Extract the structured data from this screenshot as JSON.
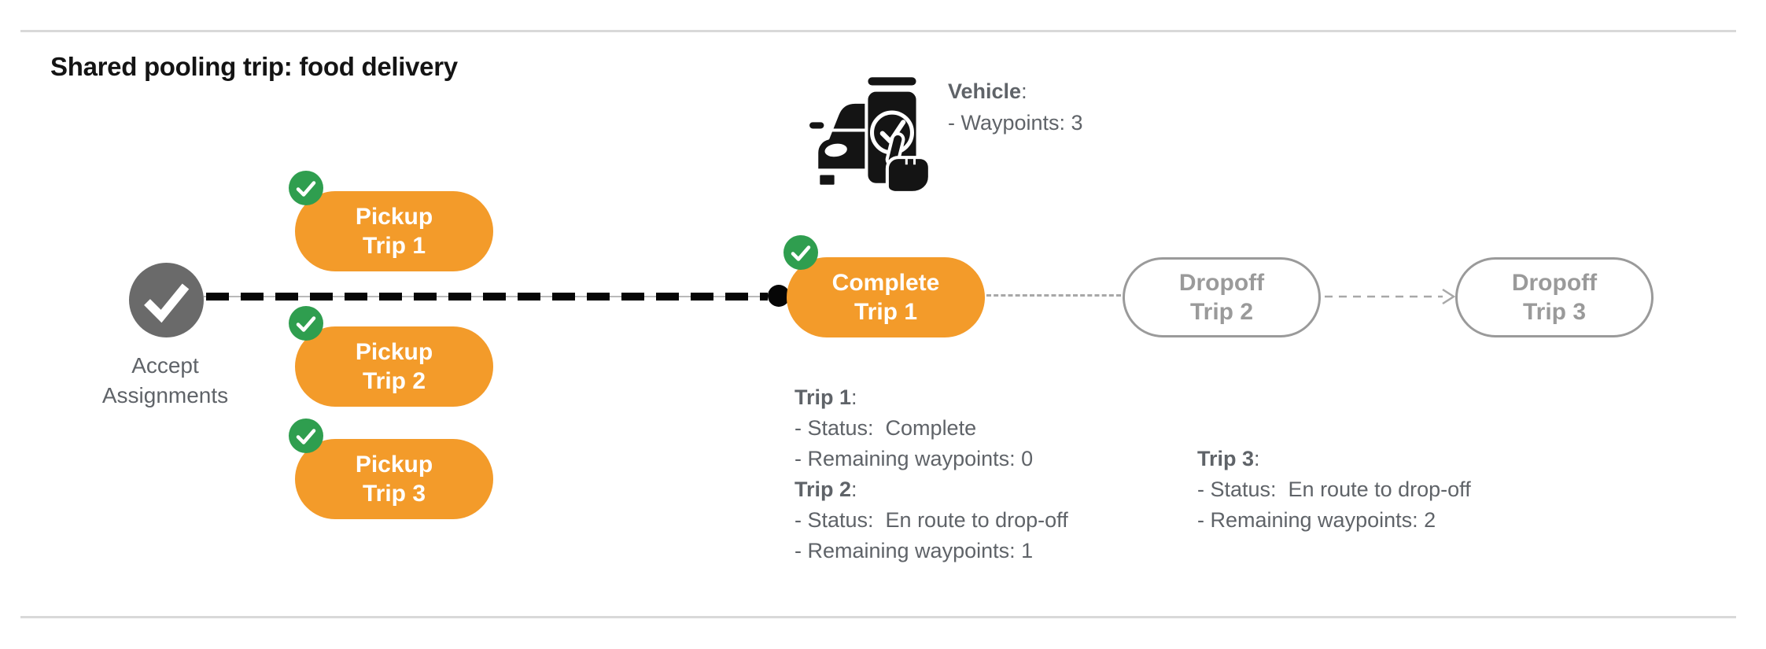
{
  "page": {
    "title": "Shared pooling trip: food delivery"
  },
  "punct": {
    "colon": ":"
  },
  "vehicle": {
    "label": "Vehicle",
    "waypoints_line": "- Waypoints: 3"
  },
  "flow": {
    "accept": {
      "line1": "Accept",
      "line2": "Assignments"
    },
    "pickups": [
      {
        "line1": "Pickup",
        "line2": "Trip 1"
      },
      {
        "line1": "Pickup",
        "line2": "Trip 2"
      },
      {
        "line1": "Pickup",
        "line2": "Trip 3"
      }
    ],
    "complete": {
      "line1": "Complete",
      "line2": "Trip 1"
    },
    "dropoffs": [
      {
        "line1": "Dropoff",
        "line2": "Trip 2"
      },
      {
        "line1": "Dropoff",
        "line2": "Trip 3"
      }
    ]
  },
  "status_blocks": [
    {
      "entries": [
        {
          "title": "Trip 1",
          "lines": [
            "- Status:  Complete",
            "- Remaining waypoints: 0"
          ]
        },
        {
          "title": "Trip 2",
          "lines": [
            "- Status:  En route to drop-off",
            "- Remaining waypoints: 1"
          ]
        }
      ]
    },
    {
      "entries": [
        {
          "title": "Trip 3",
          "lines": [
            "- Status:  En route to drop-off",
            "- Remaining waypoints: 2"
          ]
        }
      ]
    }
  ],
  "colors": {
    "accent_orange": "#F39B2A",
    "badge_green": "#2F9E4F",
    "node_gray": "#6A6A6A",
    "text_gray": "#5F6368",
    "outline_gray": "#9A9A9A"
  }
}
